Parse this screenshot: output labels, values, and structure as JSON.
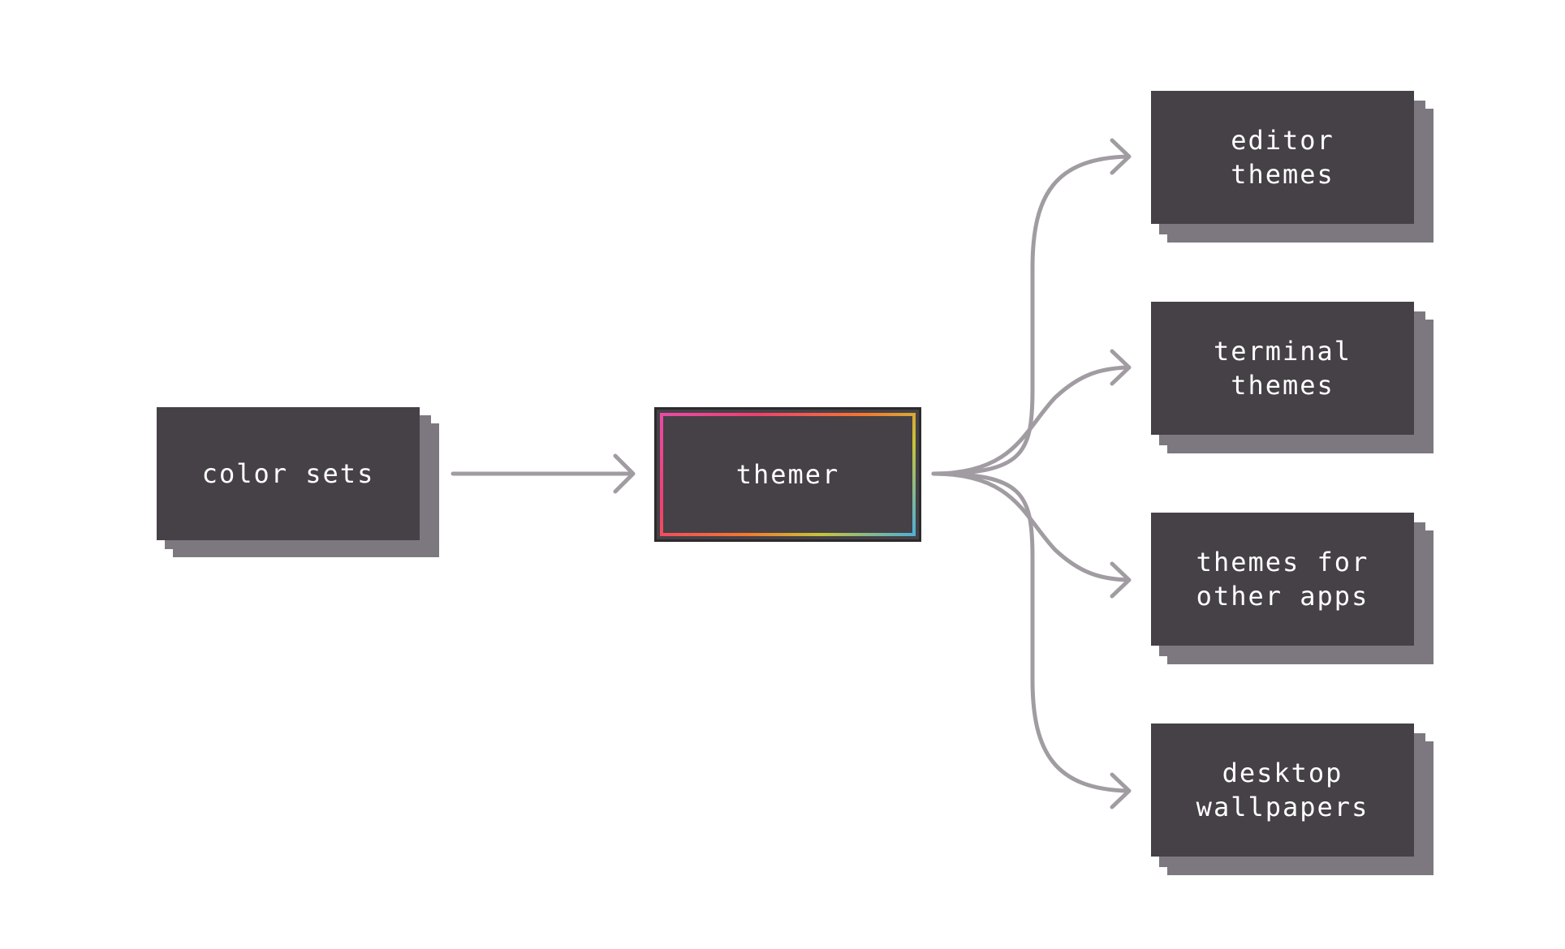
{
  "diagram": {
    "nodes": {
      "color_sets": {
        "line1": "color sets",
        "line2": ""
      },
      "themer": {
        "line1": "themer",
        "line2": ""
      },
      "editor_themes": {
        "line1": "editor",
        "line2": "themes"
      },
      "terminal_themes": {
        "line1": "terminal",
        "line2": "themes"
      },
      "other_apps": {
        "line1": "themes for",
        "line2": "other apps"
      },
      "wallpapers": {
        "line1": "desktop",
        "line2": "wallpapers"
      }
    },
    "edges": [
      {
        "from": "color sets",
        "to": "themer"
      },
      {
        "from": "themer",
        "to": "editor themes"
      },
      {
        "from": "themer",
        "to": "terminal themes"
      },
      {
        "from": "themer",
        "to": "themes for other apps"
      },
      {
        "from": "themer",
        "to": "desktop wallpapers"
      }
    ],
    "colors": {
      "node_fill": "#454146",
      "node_shadow": "#7d7880",
      "edge_stroke": "#a19ca2",
      "text": "#ffffff",
      "themer_gradient": [
        "#e94aa6",
        "#f03f6f",
        "#f5782d",
        "#c7c438",
        "#4fb0d8"
      ]
    }
  }
}
